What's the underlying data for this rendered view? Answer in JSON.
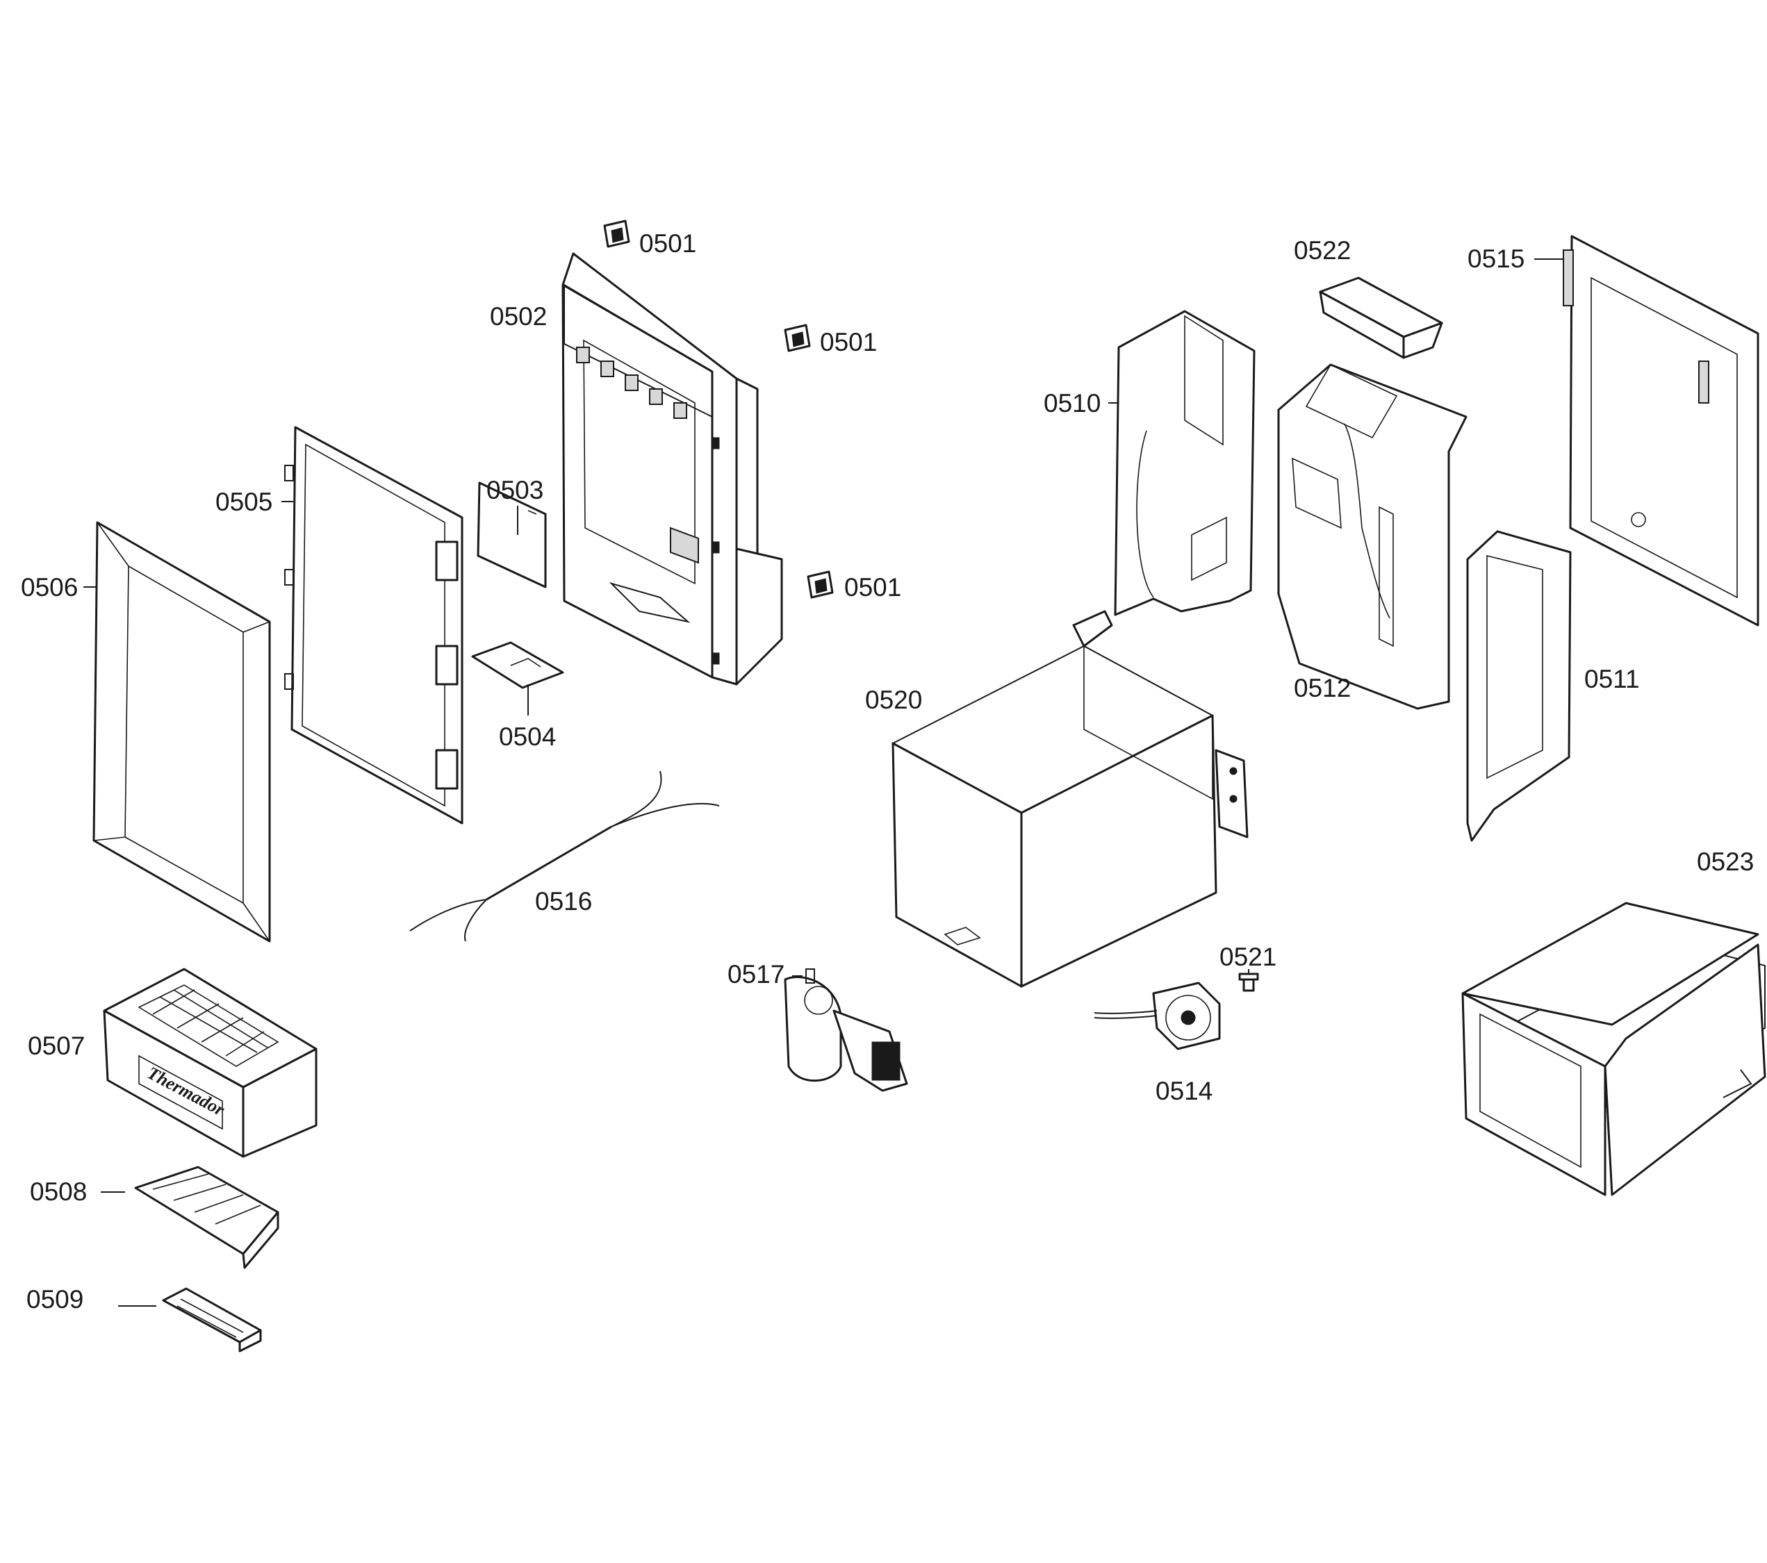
{
  "diagram": {
    "callouts": {
      "p0501a": "0501",
      "p0501b": "0501",
      "p0501c": "0501",
      "p0502": "0502",
      "p0503": "0503",
      "p0504": "0504",
      "p0505": "0505",
      "p0506": "0506",
      "p0507": "0507",
      "p0508": "0508",
      "p0509": "0509",
      "p0510": "0510",
      "p0511": "0511",
      "p0512": "0512",
      "p0514": "0514",
      "p0515": "0515",
      "p0516": "0516",
      "p0517": "0517",
      "p0520": "0520",
      "p0521": "0521",
      "p0522": "0522",
      "p0523": "0523"
    },
    "brand_mark": "Thermador"
  }
}
